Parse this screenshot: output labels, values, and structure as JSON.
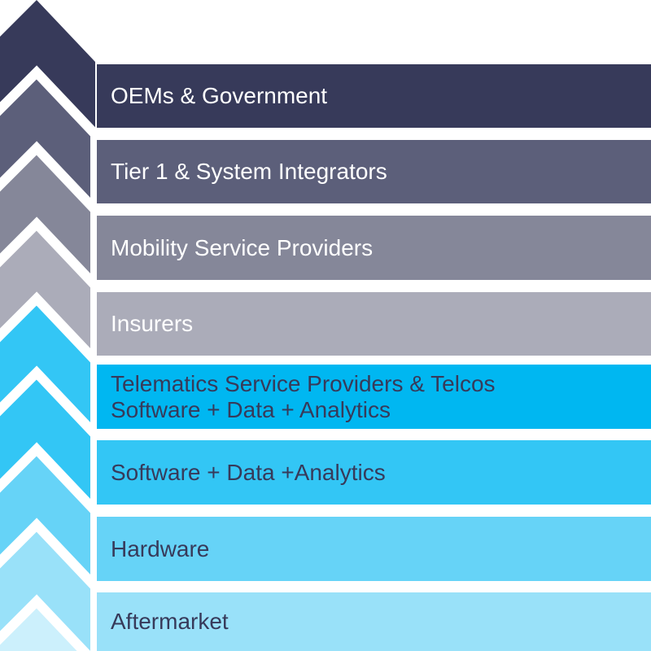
{
  "tiers": [
    {
      "label": "OEMs & Government",
      "bar_color": "#373a5a",
      "text_color": "#ffffff"
    },
    {
      "label": "Tier 1 & System Integrators",
      "bar_color": "#5c5f7a",
      "text_color": "#ffffff"
    },
    {
      "label": "Mobility Service Providers",
      "bar_color": "#858799",
      "text_color": "#ffffff"
    },
    {
      "label": "Insurers",
      "bar_color": "#abacb9",
      "text_color": "#ffffff"
    },
    {
      "label": "Telematics Service Providers & Telcos",
      "label2": "Software + Data + Analytics",
      "bar_color": "#00b7f1",
      "text_color": "#373a5a"
    },
    {
      "label": "Software + Data +Analytics",
      "bar_color": "#33c6f5",
      "text_color": "#373a5a"
    },
    {
      "label": "Hardware",
      "bar_color": "#66d3f7",
      "text_color": "#373a5a"
    },
    {
      "label": "Aftermarket",
      "bar_color": "#99e1f9",
      "text_color": "#373a5a"
    }
  ],
  "chevron_colors": [
    "#373a5a",
    "#5c5f7a",
    "#858799",
    "#abacb9",
    "#33c6f5",
    "#33c6f5",
    "#66d3f7",
    "#99e1f9",
    "#ccf0fc"
  ]
}
